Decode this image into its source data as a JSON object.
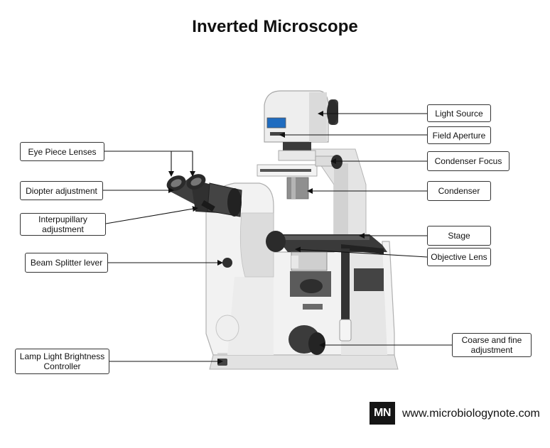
{
  "title": "Inverted Microscope",
  "labels": {
    "light_source": "Light Source",
    "field_aperture": "Field Aperture",
    "condenser_focus": "Condenser Focus",
    "condenser": "Condenser",
    "stage": "Stage",
    "objective_lens": "Objective Lens",
    "coarse_fine": "Coarse and fine adjustment",
    "eye_piece": "Eye Piece Lenses",
    "diopter": "Diopter adjustment",
    "interpupillary": "Interpupillary adjustment",
    "beam_splitter": "Beam Splitter lever",
    "lamp_light": "Lamp Light Brightness Controller"
  },
  "footer": {
    "logo": "MN",
    "url": "www.microbiologynote.com"
  }
}
